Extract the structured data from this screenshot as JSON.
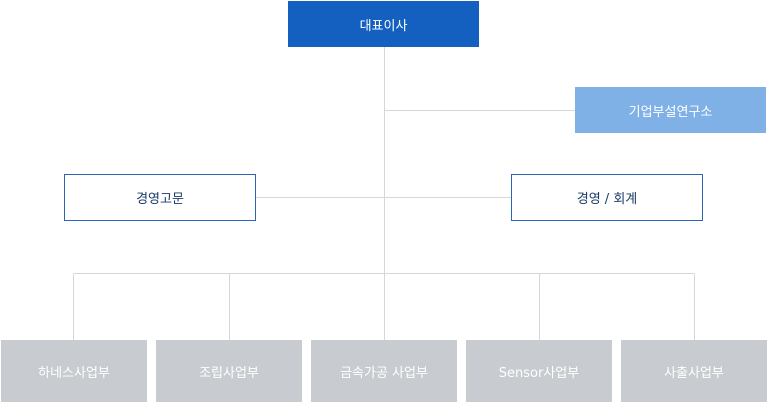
{
  "org": {
    "ceo": "대표이사",
    "lab": "기업부설연구소",
    "advisor": "경영고문",
    "management": "경영 / 회계",
    "divisions": [
      "하네스사업부",
      "조립사업부",
      "금속가공 사업부",
      "Sensor사업부",
      "사출사업부"
    ]
  },
  "colors": {
    "ceo_fill": "#1460c0",
    "lab_fill": "#7fb0e6",
    "outline": "#2a66b8",
    "division_fill": "#c8cbcf",
    "connector": "#d5d7da"
  }
}
